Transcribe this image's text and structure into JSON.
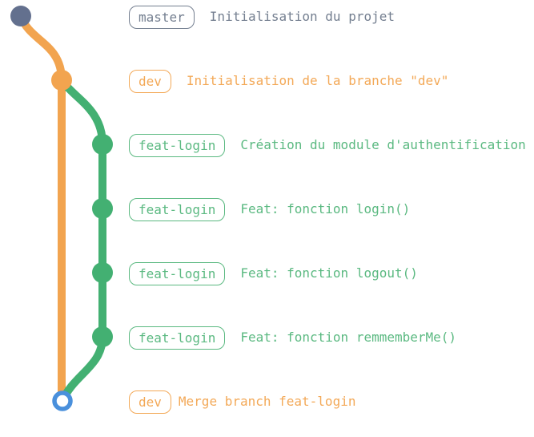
{
  "colors": {
    "slateNode": "#63708E",
    "slateText": "#747F90",
    "orange": "#F2A44F",
    "orangeText": "#F3A958",
    "green": "#43B072",
    "greenText": "#5BB981",
    "blue": "#4A90DC"
  },
  "branches": {
    "master": "master",
    "dev": "dev",
    "feat_login": "feat-login"
  },
  "rows": [
    {
      "badge": "master",
      "message": "Initialisation du projet"
    },
    {
      "badge": "dev",
      "message": "Initialisation de la branche \"dev\""
    },
    {
      "badge": "feat-login",
      "message": "Création du module d'authentification"
    },
    {
      "badge": "feat-login",
      "message": "Feat: fonction login()"
    },
    {
      "badge": "feat-login",
      "message": "Feat: fonction logout()"
    },
    {
      "badge": "feat-login",
      "message": "Feat: fonction remmemberMe()"
    },
    {
      "badge": "dev",
      "message": "Merge branch feat-login"
    }
  ]
}
